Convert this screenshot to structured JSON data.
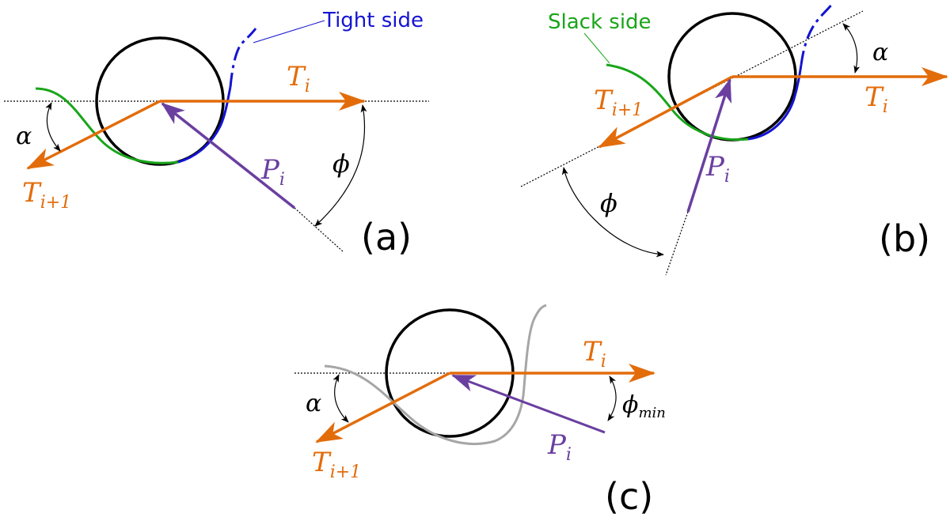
{
  "colors": {
    "tension": "#E36C0A",
    "load": "#6A3FA0",
    "slack": "#19A519",
    "tight": "#1414D2",
    "pulley": "#000000",
    "ref": "#000000",
    "ghost": "#A6A6A6"
  },
  "panel_a": {
    "tight_label": "Tight side",
    "t_i": {
      "main": "T",
      "sub": "i"
    },
    "t_next": {
      "main": "T",
      "sub": "i+1"
    },
    "p_i": {
      "main": "P",
      "sub": "i"
    },
    "alpha": "α",
    "phi": "ϕ",
    "panel_label": "(a)"
  },
  "panel_b": {
    "slack_label": "Slack side",
    "t_i": {
      "main": "T",
      "sub": "i"
    },
    "t_next": {
      "main": "T",
      "sub": "i+1"
    },
    "p_i": {
      "main": "P",
      "sub": "i"
    },
    "alpha": "α",
    "phi": "ϕ",
    "panel_label": "(b)"
  },
  "panel_c": {
    "t_i": {
      "main": "T",
      "sub": "i"
    },
    "t_next": {
      "main": "T",
      "sub": "i+1"
    },
    "p_i": {
      "main": "P",
      "sub": "i"
    },
    "alpha": "α",
    "phi": {
      "main": "ϕ",
      "sub": "min"
    },
    "panel_label": "(c)"
  }
}
